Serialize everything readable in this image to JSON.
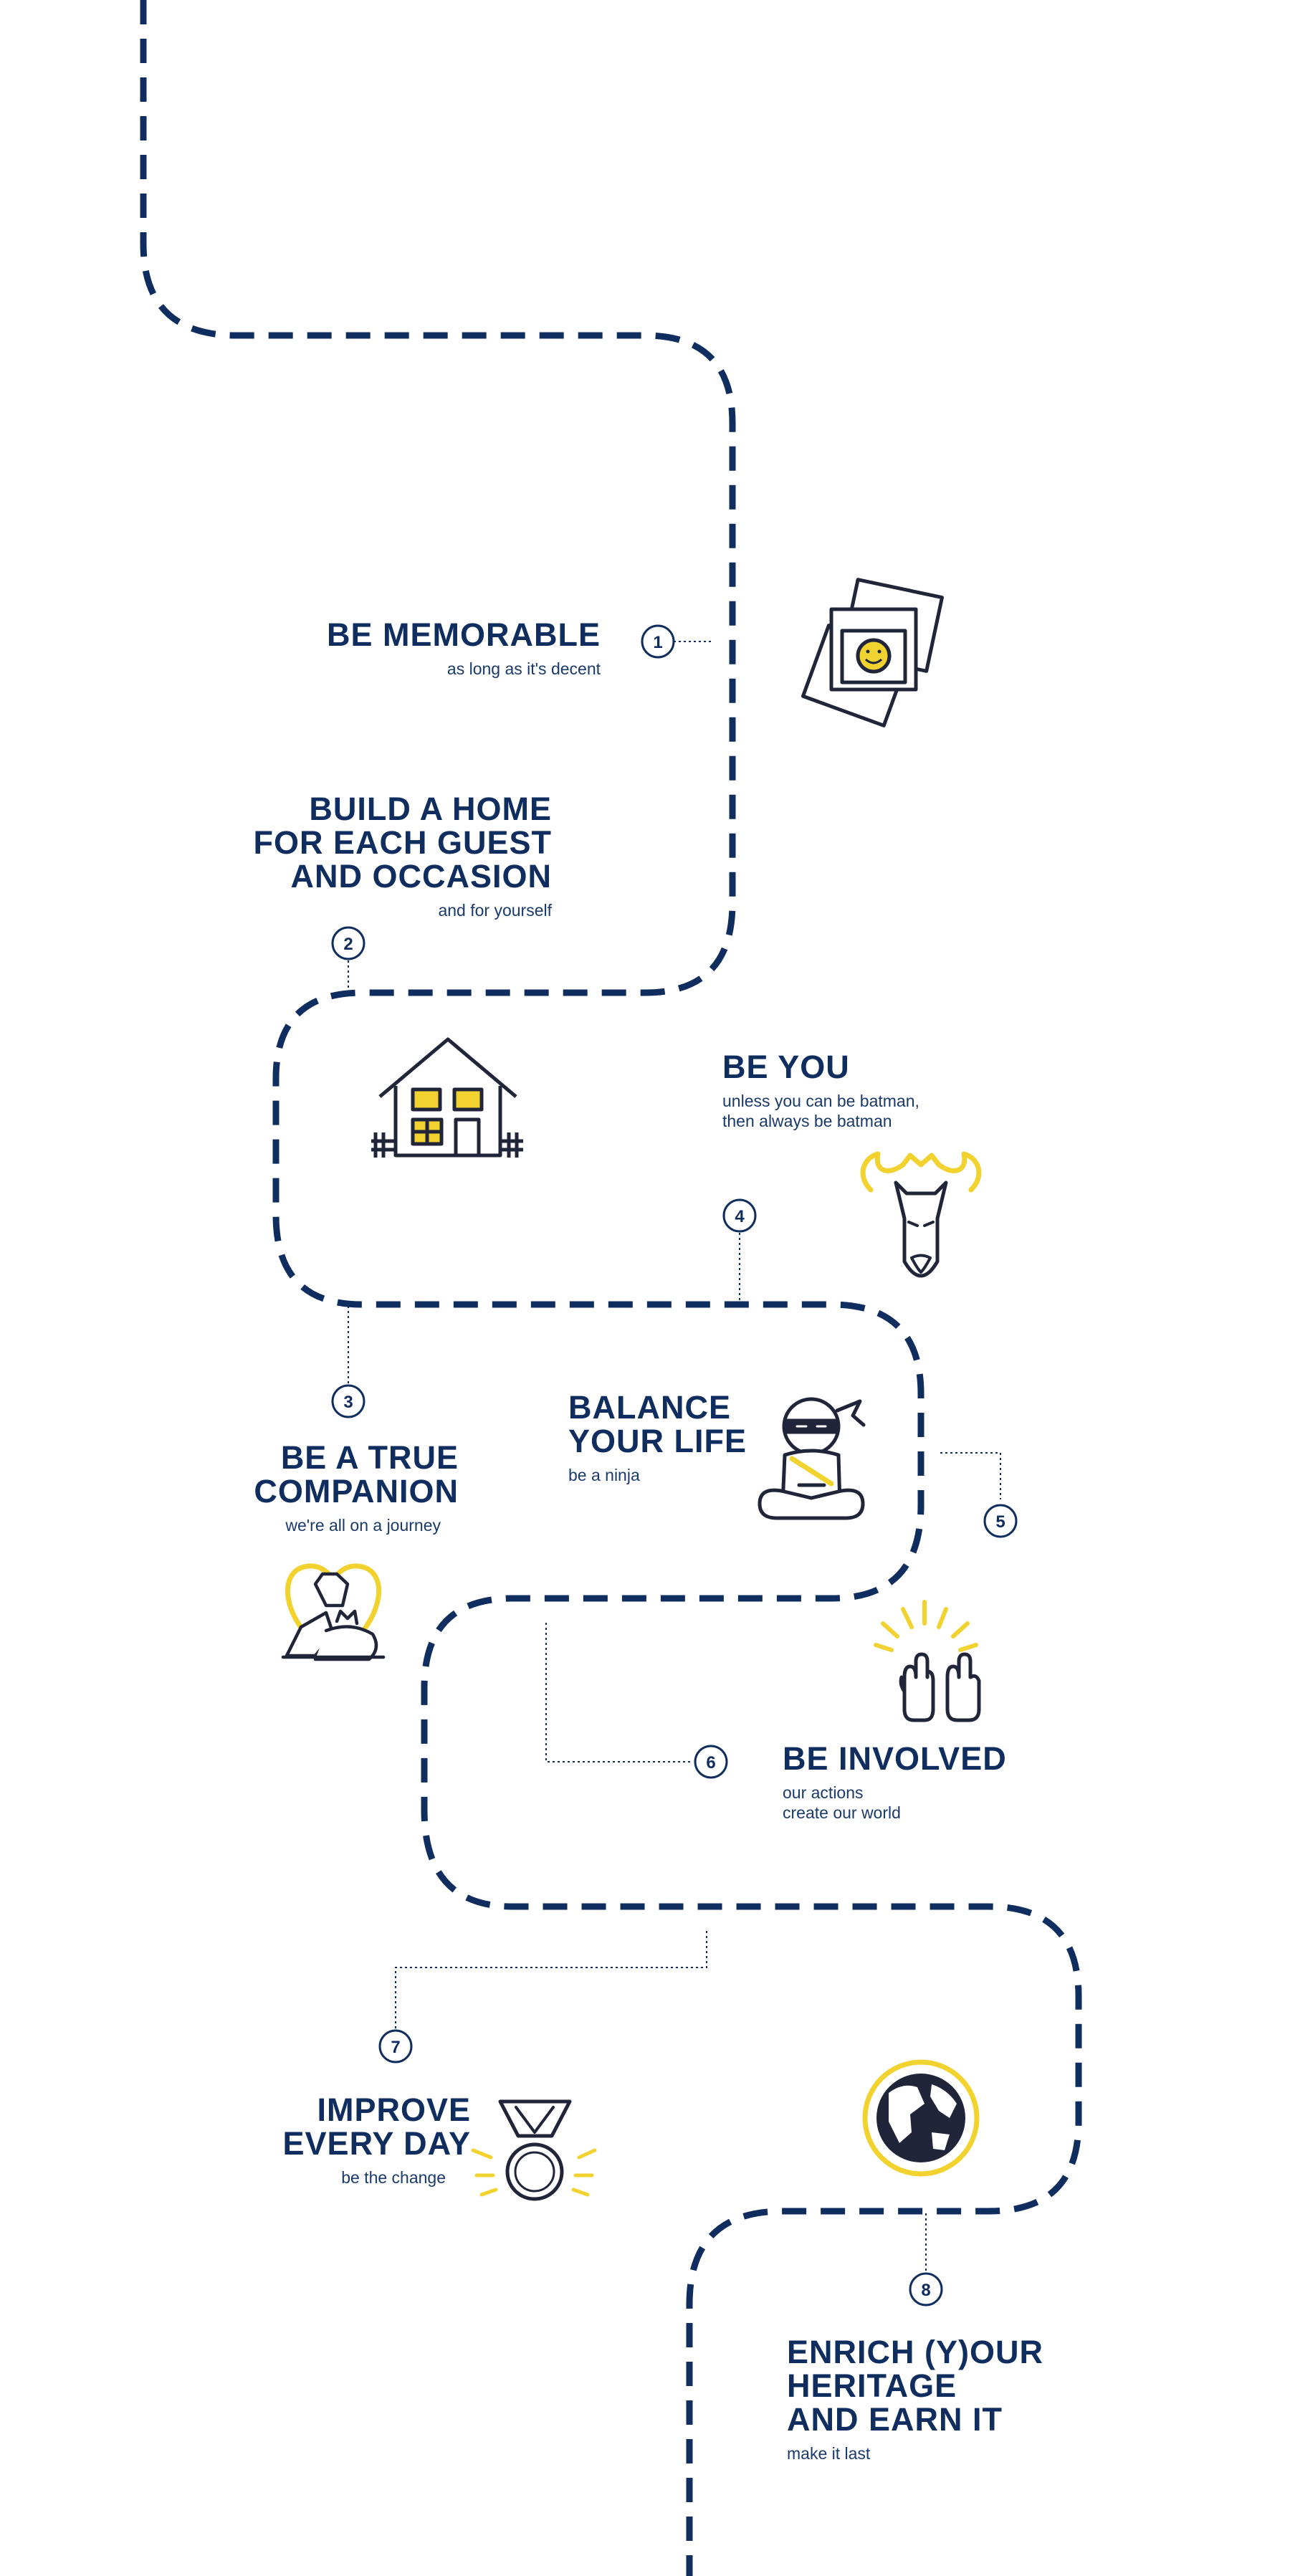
{
  "colors": {
    "path": "#0f2d5e",
    "accent": "#f2d22e",
    "icon": "#20253a"
  },
  "steps": [
    {
      "number": "1",
      "title_lines": [
        "BE MEMORABLE"
      ],
      "subtitle_lines": [
        "as long as it's decent"
      ],
      "icon": "photos-smiley-icon"
    },
    {
      "number": "2",
      "title_lines": [
        "BUILD A HOME",
        "FOR EACH GUEST",
        "AND OCCASION"
      ],
      "subtitle_lines": [
        "and for yourself"
      ],
      "icon": "house-icon"
    },
    {
      "number": "3",
      "title_lines": [
        "BE A TRUE",
        "COMPANION"
      ],
      "subtitle_lines": [
        "we're all on a journey"
      ],
      "icon": "dog-cat-heart-icon"
    },
    {
      "number": "4",
      "title_lines": [
        "BE YOU"
      ],
      "subtitle_lines": [
        "unless you can be batman,",
        "then always be batman"
      ],
      "icon": "batman-icon"
    },
    {
      "number": "5",
      "title_lines": [
        "BALANCE",
        "YOUR LIFE"
      ],
      "subtitle_lines": [
        "be a ninja"
      ],
      "icon": "ninja-icon"
    },
    {
      "number": "6",
      "title_lines": [
        "BE INVOLVED"
      ],
      "subtitle_lines": [
        "our actions",
        "create our world"
      ],
      "icon": "raised-hands-icon"
    },
    {
      "number": "7",
      "title_lines": [
        "IMPROVE",
        "EVERY DAY"
      ],
      "subtitle_lines": [
        "be the change"
      ],
      "icon": "medal-icon"
    },
    {
      "number": "8",
      "title_lines": [
        "ENRICH (Y)OUR",
        "HERITAGE",
        "AND EARN IT"
      ],
      "subtitle_lines": [
        "make it last"
      ],
      "icon": "globe-icon"
    }
  ]
}
